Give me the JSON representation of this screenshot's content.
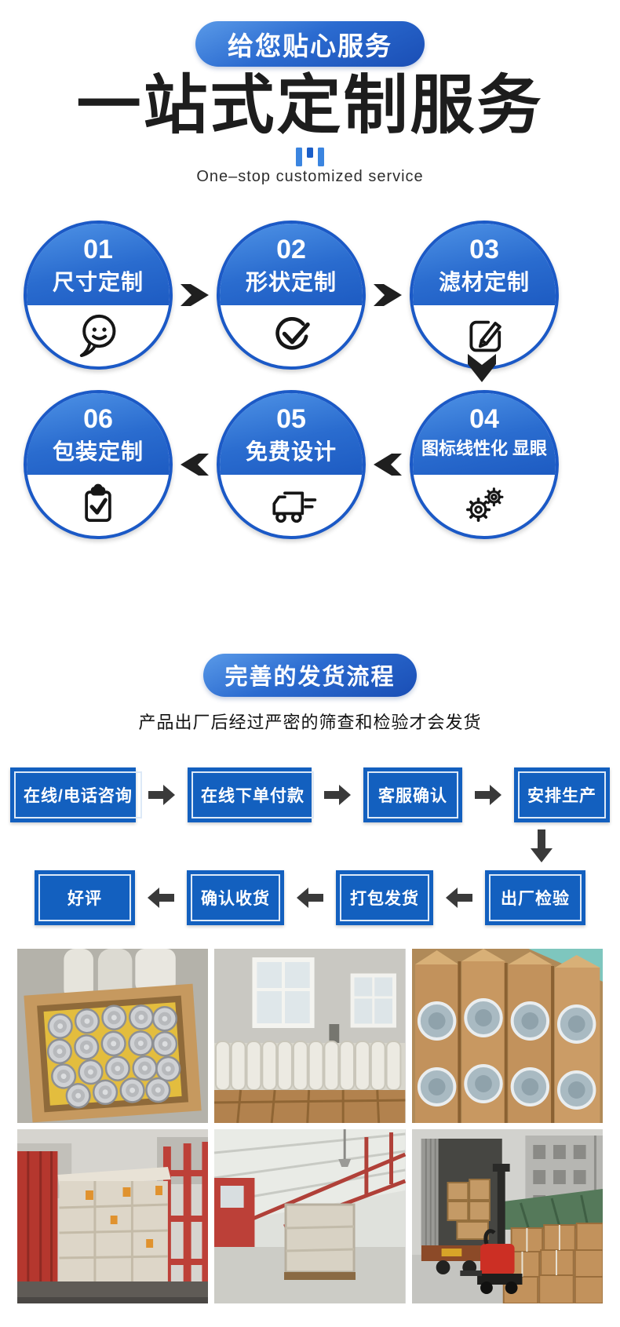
{
  "colors": {
    "accent_blue": "#1b59c6",
    "pill_gradient_top": "#5a9ae8",
    "pill_gradient_bottom": "#1a4eb5",
    "flow_box_blue": "#1360bf",
    "arrow_dark": "#2f2f2f",
    "title_black": "#1d1d1d"
  },
  "section_custom": {
    "badge": "给您贴心服务",
    "title": "一站式定制服务",
    "subtitle": "One–stop customized service",
    "steps": [
      {
        "num": "01",
        "label": "尺寸定制",
        "icon": "chat-smiley-icon"
      },
      {
        "num": "02",
        "label": "形状定制",
        "icon": "check-circle-icon"
      },
      {
        "num": "03",
        "label": "滤材定制",
        "icon": "edit-pencil-icon"
      },
      {
        "num": "04",
        "label": "图标线性化 显眼",
        "icon": "gears-icon"
      },
      {
        "num": "05",
        "label": "免费设计",
        "icon": "delivery-truck-icon"
      },
      {
        "num": "06",
        "label": "包装定制",
        "icon": "clipboard-check-icon"
      }
    ]
  },
  "section_shipping": {
    "badge": "完善的发货流程",
    "description": "产品出厂后经过严密的筛查和检验才会发货",
    "flow_row1": [
      "在线/电话咨询",
      "在线下单付款",
      "客服确认",
      "安排生产"
    ],
    "flow_row2": [
      "好评",
      "确认收货",
      "打包发货",
      "出厂检验"
    ]
  },
  "photos": [
    {
      "desc": "Open cardboard box packed with yellow filter cartridges with silver end caps"
    },
    {
      "desc": "Warehouse with rows of white pleated filter cartridges and cartons"
    },
    {
      "desc": "Stacked cartons with divided compartments holding wrapped filters"
    },
    {
      "desc": "Red truck loaded with a wrapped pallet of cartons"
    },
    {
      "desc": "Loading bay with red steel roof beams and wrapped pallet"
    },
    {
      "desc": "Pallet stacker loading cartons into a shipping container"
    }
  ]
}
